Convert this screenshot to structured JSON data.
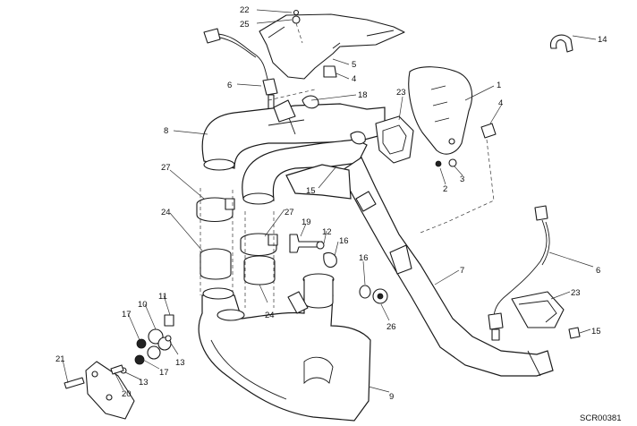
{
  "diagram": {
    "drawing_code": "SCR00381",
    "callouts": [
      "22",
      "25",
      "5",
      "4",
      "6",
      "18",
      "8",
      "23",
      "1",
      "4",
      "2",
      "3",
      "14",
      "27",
      "15",
      "24",
      "27",
      "19",
      "12",
      "16",
      "16",
      "7",
      "6",
      "23",
      "15",
      "11",
      "10",
      "17",
      "13",
      "13",
      "17",
      "21",
      "20",
      "24",
      "26",
      "9"
    ]
  }
}
